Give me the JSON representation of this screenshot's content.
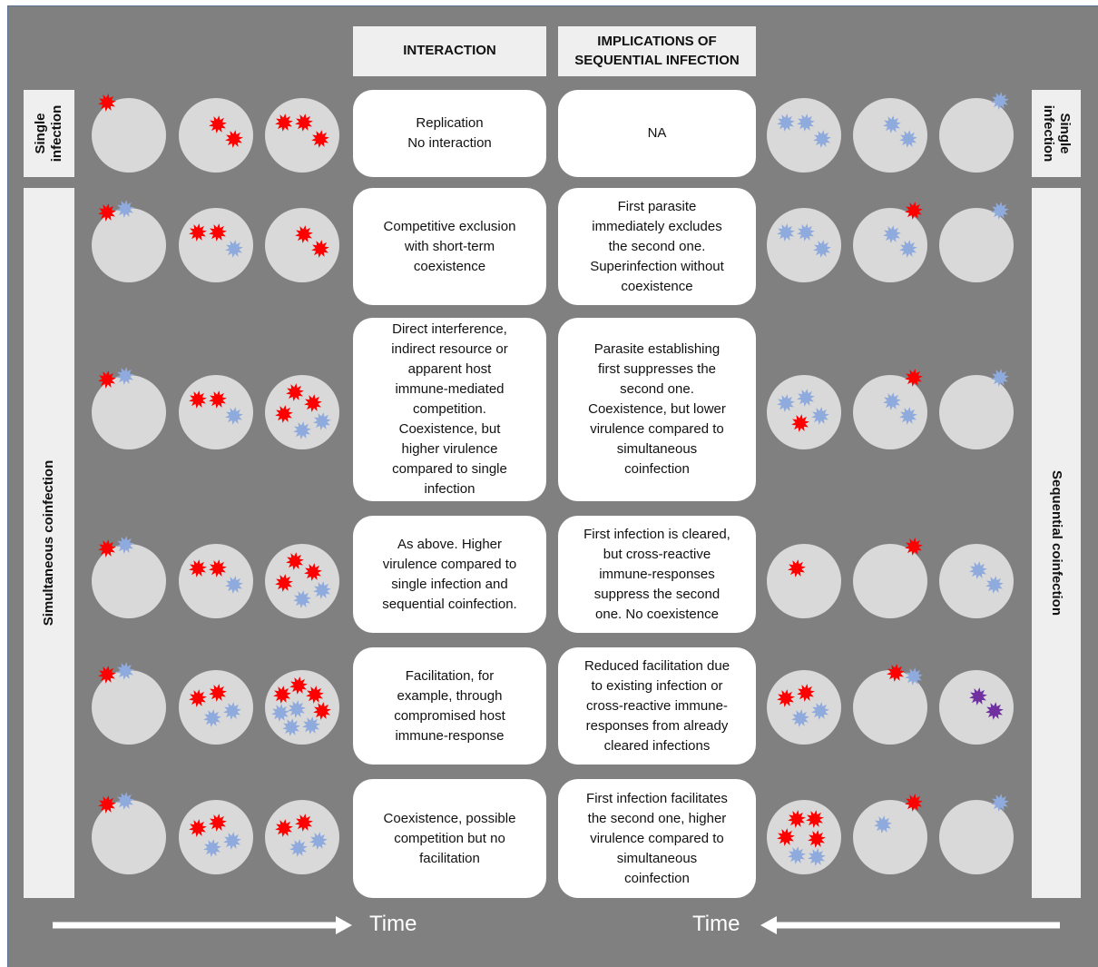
{
  "headers": {
    "interaction": "INTERACTION",
    "implications": "IMPLICATIONS OF\nSEQUENTIAL INFECTION"
  },
  "side_labels": {
    "single_left": "Single\ninfection",
    "single_right": "Single\ninfection",
    "simultaneous": "Simultaneous coinfection",
    "sequential": "Sequential coinfection"
  },
  "rows": [
    {
      "interaction": "Replication\nNo interaction",
      "implication": "NA",
      "left_cells": [
        [
          {
            "p": "red",
            "edge": true
          }
        ],
        [
          {
            "p": "red"
          },
          {
            "p": "red"
          }
        ],
        [
          {
            "p": "red"
          },
          {
            "p": "red"
          },
          {
            "p": "red"
          }
        ]
      ],
      "right_cells": [
        [
          {
            "p": "blue"
          },
          {
            "p": "blue"
          },
          {
            "p": "blue"
          }
        ],
        [
          {
            "p": "blue"
          },
          {
            "p": "blue"
          }
        ],
        [
          {
            "p": "blue",
            "edge": true
          }
        ]
      ]
    },
    {
      "interaction": "Competitive exclusion\nwith short-term\ncoexistence",
      "implication": "First parasite\nimmediately excludes\nthe second one.\nSuperinfection without\ncoexistence",
      "left_cells": [
        [
          {
            "p": "red",
            "edge": true
          },
          {
            "p": "blue",
            "edge": true
          }
        ],
        [
          {
            "p": "red"
          },
          {
            "p": "red"
          },
          {
            "p": "blue"
          }
        ],
        [
          {
            "p": "red"
          },
          {
            "p": "red"
          }
        ]
      ],
      "right_cells": [
        [
          {
            "p": "blue"
          },
          {
            "p": "blue"
          },
          {
            "p": "blue"
          }
        ],
        [
          {
            "p": "red",
            "edge": true
          },
          {
            "p": "blue"
          },
          {
            "p": "blue"
          }
        ],
        [
          {
            "p": "blue",
            "edge": true
          }
        ]
      ]
    },
    {
      "interaction": "Direct interference,\nindirect resource or\napparent host\nimmune-mediated\ncompetition.\nCoexistence, but\nhigher virulence\ncompared to single\ninfection",
      "implication": "Parasite establishing\nfirst suppresses the\nsecond one.\nCoexistence, but lower\nvirulence compared to\nsimultaneous\ncoinfection",
      "left_cells": [
        [
          {
            "p": "red",
            "edge": true
          },
          {
            "p": "blue",
            "edge": true
          }
        ],
        [
          {
            "p": "red"
          },
          {
            "p": "red"
          },
          {
            "p": "blue"
          }
        ],
        [
          {
            "p": "red"
          },
          {
            "p": "red"
          },
          {
            "p": "red"
          },
          {
            "p": "blue"
          },
          {
            "p": "blue"
          }
        ]
      ],
      "right_cells": [
        [
          {
            "p": "blue"
          },
          {
            "p": "blue"
          },
          {
            "p": "blue"
          },
          {
            "p": "red"
          }
        ],
        [
          {
            "p": "red",
            "edge": true
          },
          {
            "p": "blue"
          },
          {
            "p": "blue"
          }
        ],
        [
          {
            "p": "blue",
            "edge": true
          }
        ]
      ]
    },
    {
      "interaction": "As above. Higher\nvirulence compared to\nsingle infection and\nsequential coinfection.",
      "implication": "First infection is cleared,\nbut cross-reactive\nimmune-responses\nsuppress the second\none. No coexistence",
      "left_cells": [
        [
          {
            "p": "red",
            "edge": true
          },
          {
            "p": "blue",
            "edge": true
          }
        ],
        [
          {
            "p": "red"
          },
          {
            "p": "red"
          },
          {
            "p": "blue"
          }
        ],
        [
          {
            "p": "red"
          },
          {
            "p": "red"
          },
          {
            "p": "red"
          },
          {
            "p": "blue"
          },
          {
            "p": "blue"
          }
        ]
      ],
      "right_cells": [
        [
          {
            "p": "red"
          }
        ],
        [
          {
            "p": "red",
            "edge": true
          }
        ],
        [
          {
            "p": "blue"
          },
          {
            "p": "blue"
          }
        ]
      ]
    },
    {
      "interaction": "Facilitation, for\nexample, through\ncompromised host\nimmune-response",
      "implication": "Reduced facilitation due\nto existing infection or\ncross-reactive immune-\nresponses from already\ncleared infections",
      "left_cells": [
        [
          {
            "p": "red",
            "edge": true
          },
          {
            "p": "blue",
            "edge": true
          }
        ],
        [
          {
            "p": "red"
          },
          {
            "p": "red"
          },
          {
            "p": "blue"
          },
          {
            "p": "blue"
          }
        ],
        [
          {
            "p": "red"
          },
          {
            "p": "red"
          },
          {
            "p": "red"
          },
          {
            "p": "red"
          },
          {
            "p": "blue"
          },
          {
            "p": "blue"
          },
          {
            "p": "blue"
          },
          {
            "p": "blue"
          }
        ]
      ],
      "right_cells": [
        [
          {
            "p": "red"
          },
          {
            "p": "red"
          },
          {
            "p": "blue"
          },
          {
            "p": "blue"
          }
        ],
        [
          {
            "p": "red",
            "edge": true
          },
          {
            "p": "blue",
            "edge": true
          }
        ],
        [
          {
            "p": "purple"
          },
          {
            "p": "purple"
          }
        ]
      ]
    },
    {
      "interaction": "Coexistence, possible\ncompetition but no\nfacilitation",
      "implication": "First infection facilitates\nthe second one, higher\nvirulence compared to\nsimultaneous\ncoinfection",
      "left_cells": [
        [
          {
            "p": "red",
            "edge": true
          },
          {
            "p": "blue",
            "edge": true
          }
        ],
        [
          {
            "p": "red"
          },
          {
            "p": "red"
          },
          {
            "p": "blue"
          },
          {
            "p": "blue"
          }
        ],
        [
          {
            "p": "red"
          },
          {
            "p": "red"
          },
          {
            "p": "blue"
          },
          {
            "p": "blue"
          }
        ]
      ],
      "right_cells": [
        [
          {
            "p": "red"
          },
          {
            "p": "red"
          },
          {
            "p": "red"
          },
          {
            "p": "red"
          },
          {
            "p": "blue"
          },
          {
            "p": "blue"
          }
        ],
        [
          {
            "p": "red",
            "edge": true
          },
          {
            "p": "blue"
          }
        ],
        [
          {
            "p": "blue",
            "edge": true
          }
        ]
      ]
    }
  ],
  "time_labels": {
    "left": "Time",
    "right": "Time"
  },
  "colors": {
    "background": "#808080",
    "cell": "#d9d9d9",
    "red": "#ff0000",
    "blue": "#8faadc",
    "purple": "#7030a0",
    "label_panel": "#efefef",
    "box": "#ffffff"
  }
}
